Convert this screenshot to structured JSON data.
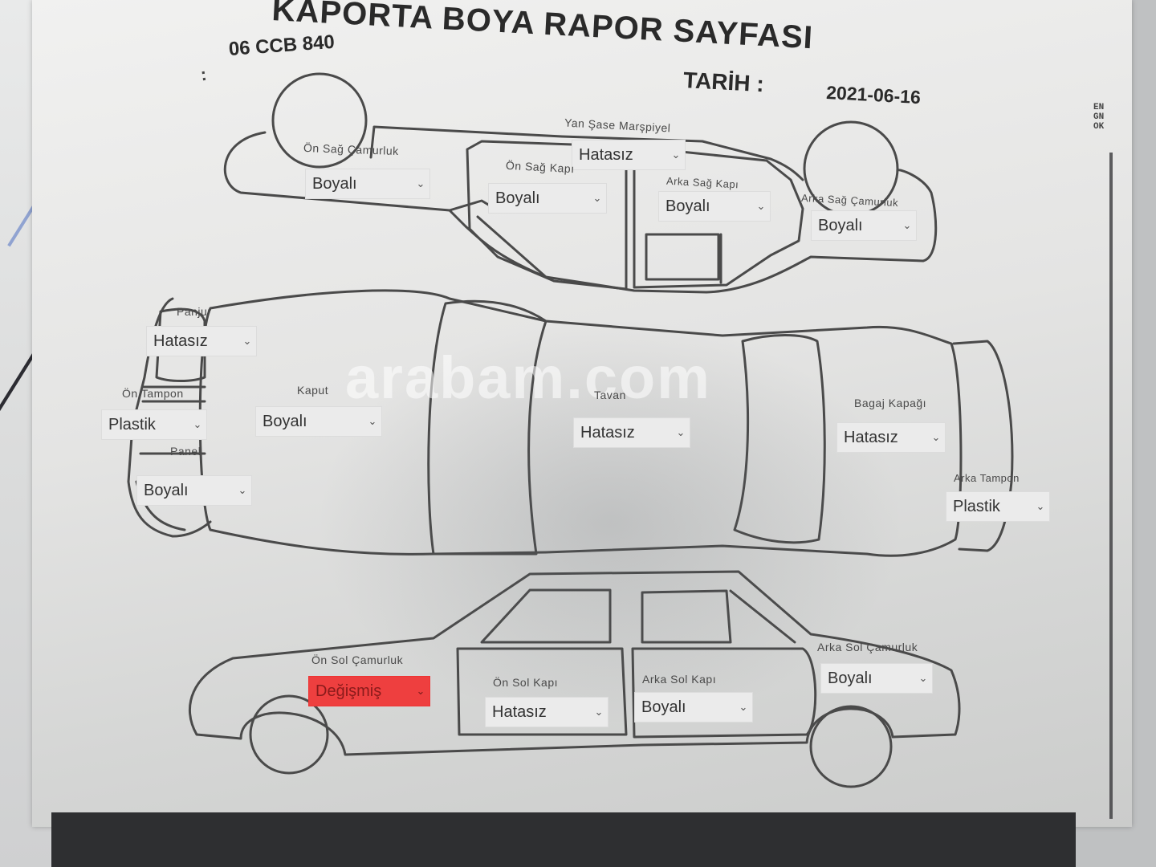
{
  "header": {
    "title": "KAPORTA BOYA RAPOR SAYFASI",
    "plate": "06 CCB 840",
    "plate_colon": ":",
    "date_label": "TARİH :",
    "date_value": "2021-06-16"
  },
  "watermark": "arabam.com",
  "right_edge_text": "EN\nGN\nOK",
  "chevron_icon": "chevron-down-icon",
  "changed_color": "#ee3f3f",
  "parts": [
    {
      "id": "on-sag-camurluk",
      "label": "Ön Sağ Çamurluk",
      "value": "Boyalı"
    },
    {
      "id": "yan-sase-marspiyel",
      "label": "Yan Şase Marşpiyel",
      "value": "Hatasız"
    },
    {
      "id": "on-sag-kapi",
      "label": "Ön Sağ Kapı",
      "value": "Boyalı"
    },
    {
      "id": "arka-sag-kapi",
      "label": "Arka Sağ Kapı",
      "value": "Boyalı"
    },
    {
      "id": "arka-sag-camurluk",
      "label": "Arka Sağ Çamurluk",
      "value": "Boyalı"
    },
    {
      "id": "panjur",
      "label": "Panjur",
      "value": "Hatasız"
    },
    {
      "id": "on-tampon",
      "label": "Ön Tampon",
      "value": "Plastik"
    },
    {
      "id": "panel",
      "label": "Panel",
      "value": "Boyalı"
    },
    {
      "id": "kaput",
      "label": "Kaput",
      "value": "Boyalı"
    },
    {
      "id": "tavan",
      "label": "Tavan",
      "value": "Hatasız"
    },
    {
      "id": "bagaj-kapagi",
      "label": "Bagaj Kapağı",
      "value": "Hatasız"
    },
    {
      "id": "arka-tampon",
      "label": "Arka Tampon",
      "value": "Plastik"
    },
    {
      "id": "on-sol-camurluk",
      "label": "Ön Sol Çamurluk",
      "value": "Değişmiş"
    },
    {
      "id": "on-sol-kapi",
      "label": "Ön Sol Kapı",
      "value": "Hatasız"
    },
    {
      "id": "arka-sol-kapi",
      "label": "Arka Sol Kapı",
      "value": "Boyalı"
    },
    {
      "id": "arka-sol-camurluk",
      "label": "Arka Sol Çamurluk",
      "value": "Boyalı"
    }
  ]
}
